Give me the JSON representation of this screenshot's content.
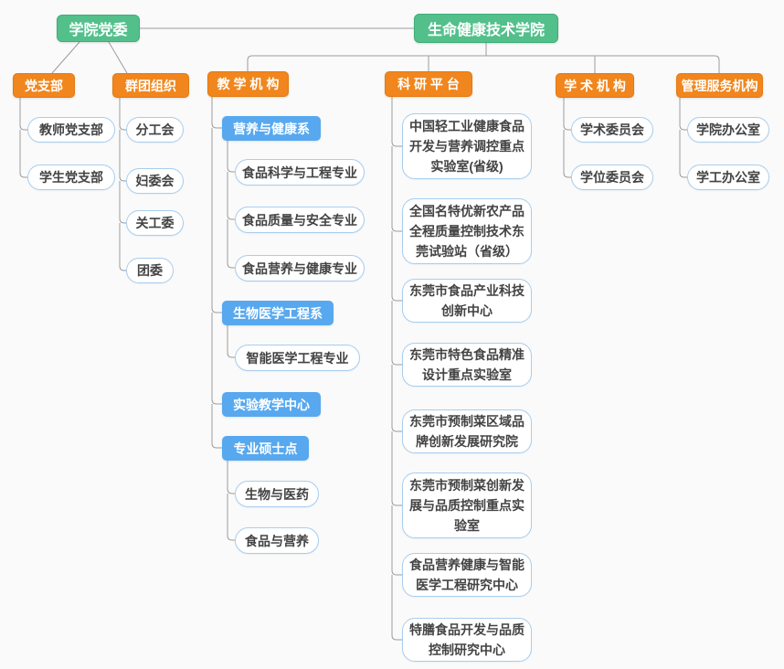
{
  "org": {
    "party": {
      "label": "学院党委",
      "children": [
        {
          "label": "党支部",
          "children": [
            {
              "label": "教师党支部"
            },
            {
              "label": "学生党支部"
            }
          ]
        },
        {
          "label": "群团组织",
          "children": [
            {
              "label": "分工会"
            },
            {
              "label": "妇委会"
            },
            {
              "label": "关工委"
            },
            {
              "label": "团委"
            }
          ]
        }
      ]
    },
    "college": {
      "label": "生命健康技术学院",
      "children": [
        {
          "label": "教 学 机 构",
          "children": [
            {
              "label": "营养与健康系",
              "children": [
                {
                  "label": "食品科学与工程专业"
                },
                {
                  "label": "食品质量与安全专业"
                },
                {
                  "label": "食品营养与健康专业"
                }
              ]
            },
            {
              "label": "生物医学工程系",
              "children": [
                {
                  "label": "智能医学工程专业"
                }
              ]
            },
            {
              "label": "实验教学中心",
              "children": []
            },
            {
              "label": "专业硕士点",
              "children": [
                {
                  "label": "生物与医药"
                },
                {
                  "label": "食品与营养"
                }
              ]
            }
          ]
        },
        {
          "label": "科 研 平 台",
          "children": [
            {
              "label": "中国轻工业健康食品开发与营养调控重点实验室(省级)"
            },
            {
              "label": "全国名特优新农产品全程质量控制技术东莞试验站（省级）"
            },
            {
              "label": "东莞市食品产业科技创新中心"
            },
            {
              "label": "东莞市特色食品精准设计重点实验室"
            },
            {
              "label": "东莞市预制菜区域品牌创新发展研究院"
            },
            {
              "label": "东莞市预制菜创新发展与品质控制重点实验室"
            },
            {
              "label": "食品营养健康与智能医学工程研究中心"
            },
            {
              "label": "特膳食品开发与品质控制研究中心"
            }
          ]
        },
        {
          "label": "学 术 机 构",
          "children": [
            {
              "label": "学术委员会"
            },
            {
              "label": "学位委员会"
            }
          ]
        },
        {
          "label": "管理服务机构",
          "children": [
            {
              "label": "学院办公室"
            },
            {
              "label": "学工办公室"
            }
          ]
        }
      ]
    }
  },
  "colors": {
    "root_fill": "#53c08b",
    "branch_fill": "#f0861d",
    "department_fill": "#57a8ef",
    "leaf_border": "#a9cdee",
    "leaf_text": "#434343",
    "connector_line": "#9c9c9c"
  }
}
